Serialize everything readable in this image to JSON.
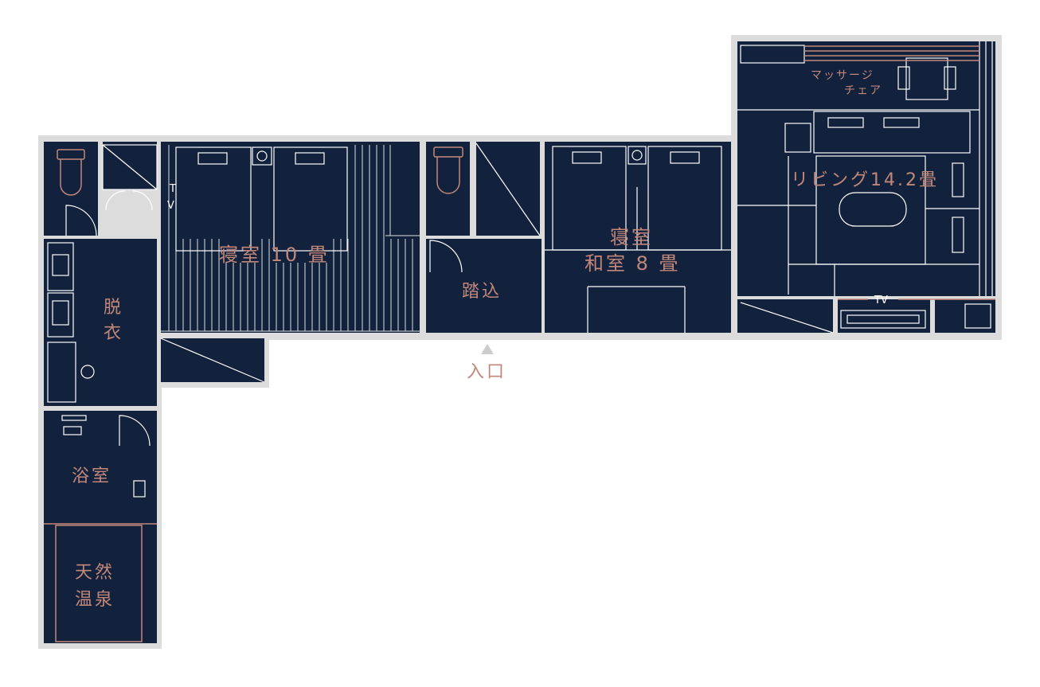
{
  "colors": {
    "background": "#ffffff",
    "wall": "#dcdcdc",
    "floor": "#13223c",
    "line": "#ffffff",
    "label": "#c2877b",
    "entrance_marker": "#cccccc"
  },
  "rooms": {
    "bedroom_10": "寝室 10 畳",
    "bedroom_jp_1": "寝室",
    "bedroom_jp_2": "和室 8 畳",
    "genkan": "踏込",
    "dressing_1": "脱",
    "dressing_2": "衣",
    "bath": "浴室",
    "onsen_1": "天然",
    "onsen_2": "温泉",
    "living": "リビング14.2畳",
    "massage_1": "マッサージ",
    "massage_2": "チェア"
  },
  "labels": {
    "entrance": "入口",
    "tv_living": "TV",
    "tv_bedroom_t": "T",
    "tv_bedroom_v": "V"
  }
}
